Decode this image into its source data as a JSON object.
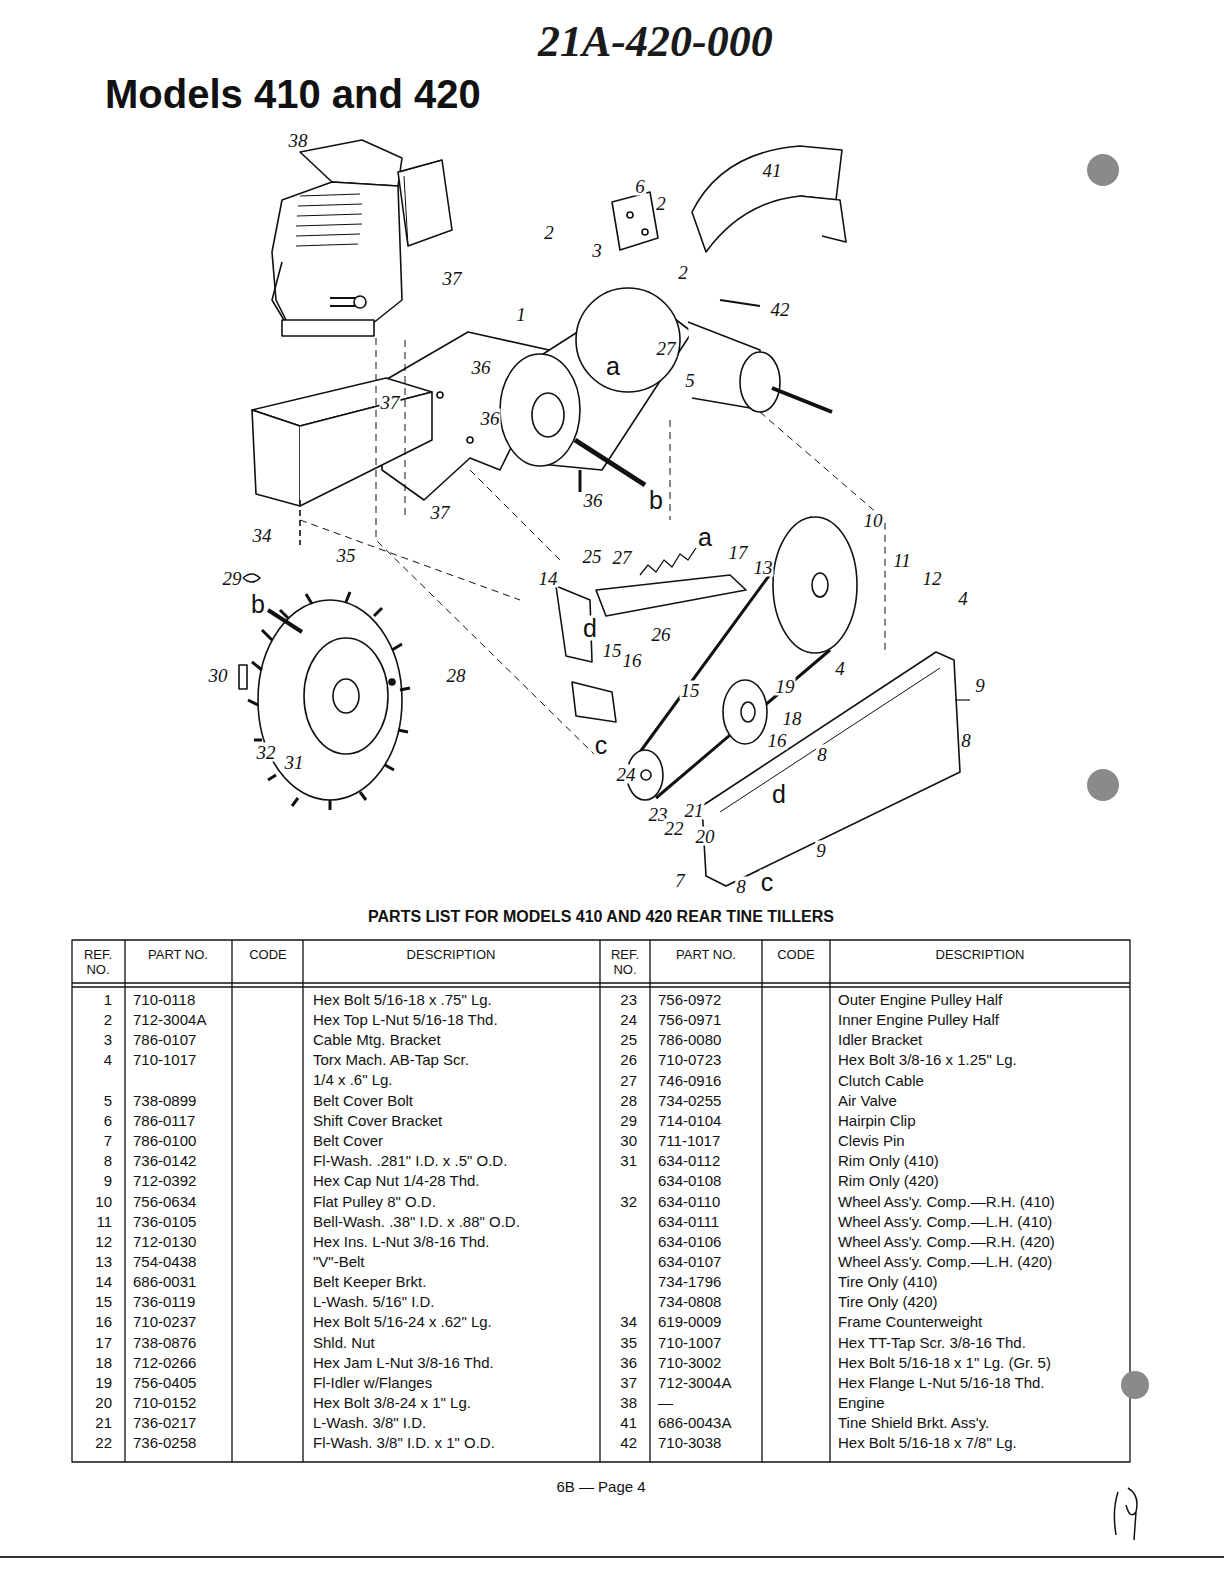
{
  "diagram": {
    "title": "Models 410 and 420",
    "labels": [
      "21A-420-000",
      "38",
      "6",
      "2",
      "41",
      "2",
      "3",
      "2",
      "42",
      "37",
      "1",
      "27",
      "a",
      "5",
      "36",
      "36",
      "37",
      "36",
      "b",
      "37",
      "34",
      "35",
      "a",
      "25",
      "27",
      "10",
      "11",
      "12",
      "17",
      "13",
      "4",
      "14",
      "d",
      "26",
      "29",
      "b",
      "30",
      "28",
      "15",
      "16",
      "4",
      "9",
      "19",
      "15",
      "18",
      "16",
      "8",
      "8",
      "d",
      "c",
      "24",
      "23",
      "22",
      "21",
      "20",
      "32",
      "31",
      "9",
      "7",
      "8",
      "c",
      "PARTS LIST FOR MODELS 410 AND 420 REAR TINE TILLERS",
      "REF. NO.",
      "PART NO.",
      "CODE",
      "DESCRIPTION",
      "REF. NO.",
      "PART NO.",
      "CODE",
      "DESCRIPTION",
      "1",
      "710-0118",
      "Hex Bolt 5/16-18 x .75\" Lg.",
      "23",
      "756-0972",
      "Outer Engine Pulley Half",
      "2",
      "712-3004A",
      "Hex Top L-Nut 5/16-18 Thd.",
      "24",
      "756-0971",
      "Inner Engine Pulley Half",
      "3",
      "786-0107",
      "Cable Mtg. Bracket",
      "25",
      "786-0080",
      "Idler Bracket",
      "4",
      "710-1017",
      "Torx Mach. AB-Tap Scr. 1/4 x .6\" Lg.",
      "26",
      "710-0723",
      "Hex Bolt 3/8-16 x 1.25\" Lg.",
      "27",
      "746-0916",
      "Clutch Cable",
      "5",
      "738-0899",
      "Belt Cover Bolt",
      "28",
      "734-0255",
      "Air Valve",
      "6",
      "786-0117",
      "Shift Cover Bracket",
      "29",
      "714-0104",
      "Hairpin Clip",
      "7",
      "786-0100",
      "Belt Cover",
      "30",
      "711-1017",
      "Clevis Pin",
      "8",
      "736-0142",
      "Fl-Wash. .281\" I.D. x .5\" O.D.",
      "31",
      "634-0112",
      "Rim Only (410)",
      "9",
      "712-0392",
      "Hex Cap Nut 1/4-28 Thd.",
      "634-0108",
      "Rim Only (420)",
      "10",
      "756-0634",
      "Flat Pulley 8\" O.D.",
      "32",
      "634-0110",
      "Wheel Ass'y. Comp.—R.H. (410)",
      "11",
      "736-0105",
      "Bell-Wash. .38\" I.D. x .88\" O.D.",
      "634-0111",
      "Wheel Ass'y. Comp.—L.H. (410)",
      "12",
      "712-0130",
      "Hex Ins. L-Nut 3/8-16 Thd.",
      "634-0106",
      "Wheel Ass'y. Comp.—R.H. (420)",
      "13",
      "754-0438",
      "\"V\"-Belt",
      "634-0107",
      "Wheel Ass'y. Comp.—L.H. (420)",
      "14",
      "686-0031",
      "Belt Keeper Brkt.",
      "734-1796",
      "Tire Only (410)",
      "15",
      "736-0119",
      "L-Wash. 5/16\" I.D.",
      "734-0808",
      "Tire Only (420)",
      "16",
      "710-0237",
      "Hex Bolt 5/16-24 x .62\" Lg.",
      "34",
      "619-0009",
      "Frame Counterweight",
      "17",
      "738-0876",
      "Shld. Nut",
      "35",
      "710-1007",
      "Hex TT-Tap Scr. 3/8-16 Thd.",
      "18",
      "712-0266",
      "Hex Jam L-Nut 3/8-16 Thd.",
      "36",
      "710-3002",
      "Hex Bolt 5/16-18 x 1\" Lg. (Gr. 5)",
      "19",
      "756-0405",
      "Fl-Idler w/Flanges",
      "37",
      "712-3004A",
      "Hex Flange L-Nut 5/16-18 Thd.",
      "20",
      "710-0152",
      "Hex Bolt 3/8-24 x 1\" Lg.",
      "38",
      "—",
      "Engine",
      "21",
      "736-0217",
      "L-Wash. 3/8\" I.D.",
      "41",
      "686-0043A",
      "Tine Shield Brkt. Ass'y.",
      "22",
      "736-0258",
      "Fl-Wash. 3/8\" I.D. x 1\" O.D.",
      "42",
      "710-3038",
      "Hex Bolt 5/16-18 x 7/8\" Lg.",
      "6B — Page 4"
    ]
  }
}
